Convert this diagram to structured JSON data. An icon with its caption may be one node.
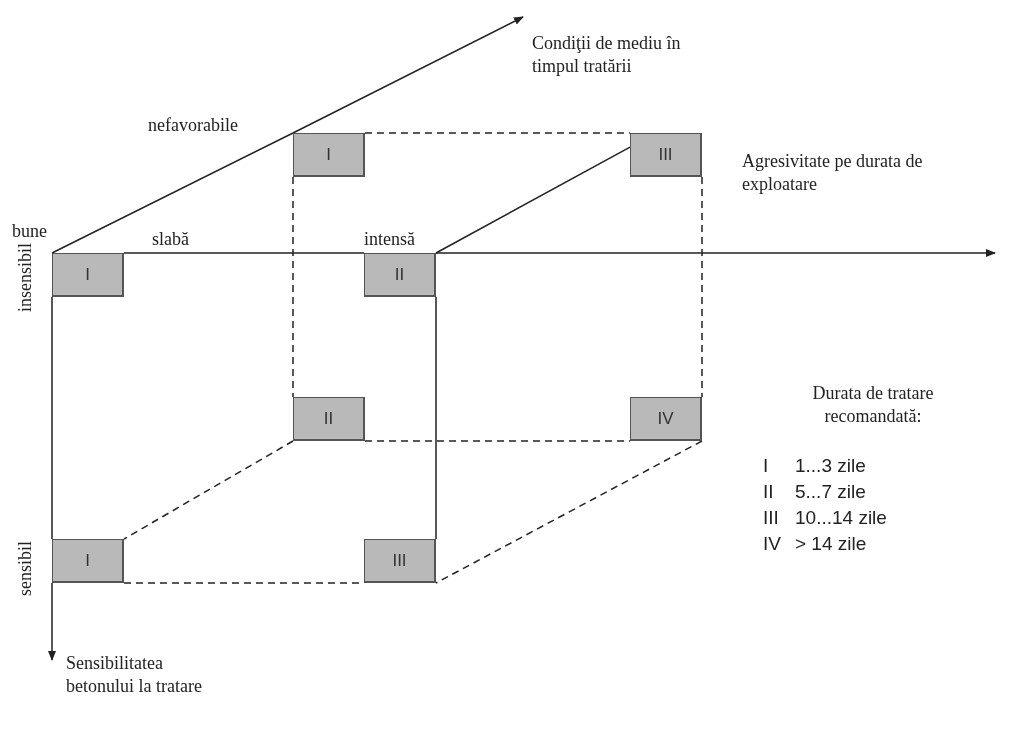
{
  "diagram": {
    "nodes": [
      {
        "text": [
          "I"
        ]
      },
      {
        "text": [
          "II"
        ]
      },
      {
        "text": [
          "I"
        ]
      },
      {
        "text": [
          "III"
        ]
      },
      {
        "text": [
          "II"
        ]
      },
      {
        "text": [
          "IV"
        ]
      },
      {
        "text": [
          "I"
        ]
      },
      {
        "text": [
          "III"
        ]
      }
    ],
    "edges": [
      {
        "from": 0,
        "to": 1,
        "arrow": "none"
      },
      {
        "from": 0,
        "to": 2,
        "arrow": "none"
      },
      {
        "from": 0,
        "to": 6,
        "arrow": "none"
      },
      {
        "from": 2,
        "to": 3,
        "arrow": "none",
        "style": "dashed"
      },
      {
        "from": 1,
        "to": 3,
        "arrow": "none"
      },
      {
        "from": 2,
        "to": 4,
        "arrow": "none",
        "style": "dashed"
      },
      {
        "from": 3,
        "to": 5,
        "arrow": "none",
        "style": "dashed"
      },
      {
        "from": 1,
        "to": 7,
        "arrow": "none"
      },
      {
        "from": 4,
        "to": 5,
        "arrow": "none",
        "style": "dashed"
      },
      {
        "from": 4,
        "to": 6,
        "arrow": "none",
        "style": "dashed"
      },
      {
        "from": 6,
        "to": 7,
        "arrow": "none",
        "style": "dashed"
      },
      {
        "from": 5,
        "to": 7,
        "arrow": "none",
        "style": "dashed"
      }
    ],
    "labels": [
      "Condiţii de mediu în timpul tratării",
      "nefavorabile",
      "Agresivitate pe durata de exploatare",
      "bune",
      "slabă",
      "intensă",
      "insensibil",
      "Durata de tratare recomandată:",
      "sensibil",
      "I",
      "1...3 zile",
      "II",
      "5...7 zile",
      "III",
      "10...14 zile",
      "IV",
      "> 14 zile",
      "Sensibilitatea betonului la tratare"
    ]
  }
}
